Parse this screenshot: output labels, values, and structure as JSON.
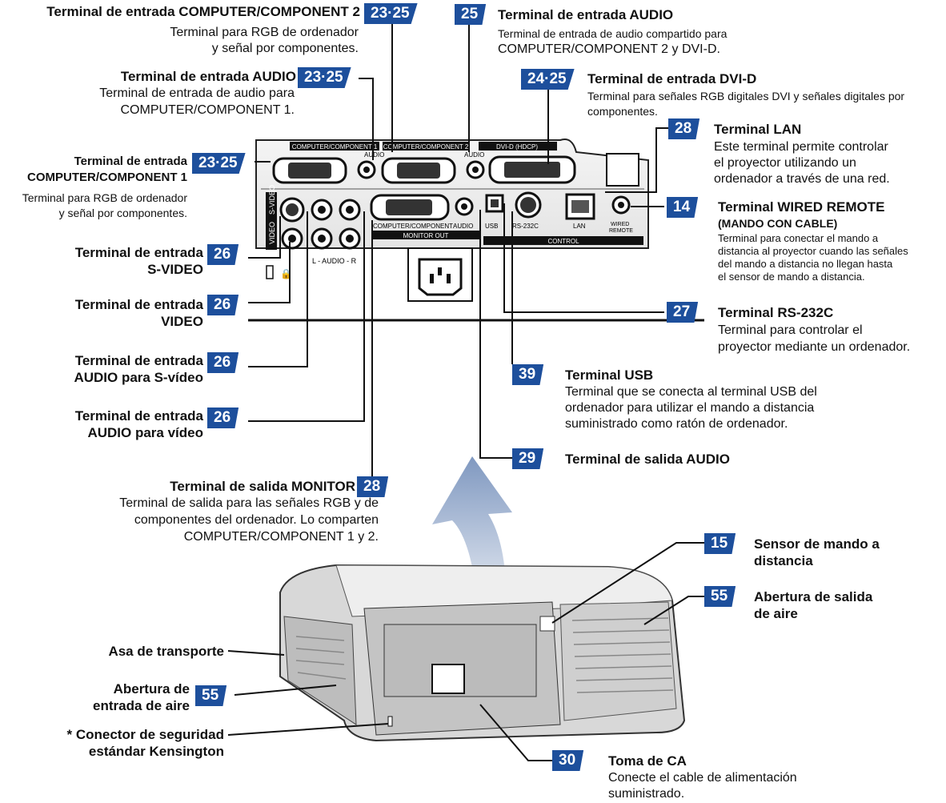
{
  "labels": {
    "comp2": {
      "title": "Terminal de entrada COMPUTER/COMPONENT 2",
      "desc1": "Terminal para RGB de ordenador",
      "desc2": "y señal por componentes.",
      "badge": "23·25"
    },
    "audio_top": {
      "title": "Terminal de entrada AUDIO",
      "desc1": "Terminal de entrada de audio compartido para",
      "desc2": "COMPUTER/COMPONENT 2 y DVI-D.",
      "badge": "25"
    },
    "audio1": {
      "title": "Terminal de entrada AUDIO",
      "desc1": "Terminal de entrada de audio para",
      "desc2": "COMPUTER/COMPONENT 1.",
      "badge": "23·25"
    },
    "dvi": {
      "title": "Terminal de entrada DVI-D",
      "desc1": "Terminal para señales RGB digitales DVI y señales digitales por",
      "desc2": "componentes.",
      "badge": "24·25"
    },
    "comp1": {
      "title1": "Terminal de entrada",
      "title2": "COMPUTER/COMPONENT 1",
      "desc1": "Terminal para RGB de ordenador",
      "desc2": "y señal por componentes.",
      "badge": "23·25"
    },
    "lan": {
      "title": "Terminal LAN",
      "desc1": "Este terminal permite controlar",
      "desc2": "el proyector utilizando un",
      "desc3": "ordenador a través de una red.",
      "badge": "28"
    },
    "wired": {
      "title": "Terminal WIRED REMOTE",
      "subtitle": "(MANDO CON CABLE)",
      "desc1": "Terminal para conectar el mando a",
      "desc2": "distancia al proyector cuando las señales",
      "desc3": "del mando a distancia no llegan hasta",
      "desc4": "el sensor de mando a distancia.",
      "badge": "14"
    },
    "svideo": {
      "title1": "Terminal de entrada",
      "title2": "S-VIDEO",
      "badge": "26"
    },
    "video": {
      "title1": "Terminal de entrada",
      "title2": "VIDEO",
      "badge": "26"
    },
    "rs232": {
      "title": "Terminal RS-232C",
      "desc1": "Terminal para controlar el",
      "desc2": "proyector mediante un ordenador.",
      "badge": "27"
    },
    "audio_sv": {
      "title1": "Terminal de entrada",
      "title2": "AUDIO para S-vídeo",
      "badge": "26"
    },
    "usb": {
      "title": "Terminal USB",
      "desc1": "Terminal que se conecta al terminal USB del",
      "desc2": "ordenador para utilizar el mando a distancia",
      "desc3": "suministrado como ratón de ordenador.",
      "badge": "39"
    },
    "audio_v": {
      "title1": "Terminal de entrada",
      "title2": "AUDIO para vídeo",
      "badge": "26"
    },
    "audio_out": {
      "title": "Terminal de salida AUDIO",
      "badge": "29"
    },
    "monitor": {
      "title": "Terminal de salida MONITOR",
      "desc1": "Terminal de salida para las señales RGB y de",
      "desc2": "componentes del ordenador. Lo comparten",
      "desc3": "COMPUTER/COMPONENT 1 y 2.",
      "badge": "28"
    },
    "sensor": {
      "title1": "Sensor de mando a",
      "title2": "distancia",
      "badge": "15"
    },
    "exhaust": {
      "title1": "Abertura de salida",
      "title2": "de aire",
      "badge": "55"
    },
    "handle": {
      "title": "Asa de transporte"
    },
    "intake": {
      "title1": "Abertura de",
      "title2": "entrada de aire",
      "badge": "55"
    },
    "kensington": {
      "title1": "* Conector de seguridad",
      "title2": "estándar Kensington"
    },
    "ac": {
      "title": "Toma de CA",
      "desc1": "Conecte el cable de alimentación",
      "desc2": "suministrado.",
      "badge": "30"
    }
  },
  "panel": {
    "comp1": "COMPUTER/COMPONENT 1",
    "comp2": "COMPUTER/COMPONENT 2",
    "dvi": "DVI-D (HDCP)",
    "audio": "AUDIO",
    "compmon": "COMPUTER/COMPONENT",
    "monitor_out": "MONITOR OUT",
    "usb": "USB",
    "rs232": "RS-232C",
    "lan": "LAN",
    "wired1": "WIRED",
    "wired2": "REMOTE",
    "control": "CONTROL",
    "video": "VIDEO",
    "svideo": "S-VIDEO",
    "laudio": "L - AUDIO - R"
  },
  "colors": {
    "badge": "#1d4f9c",
    "arrow": "#8fa6c8"
  }
}
